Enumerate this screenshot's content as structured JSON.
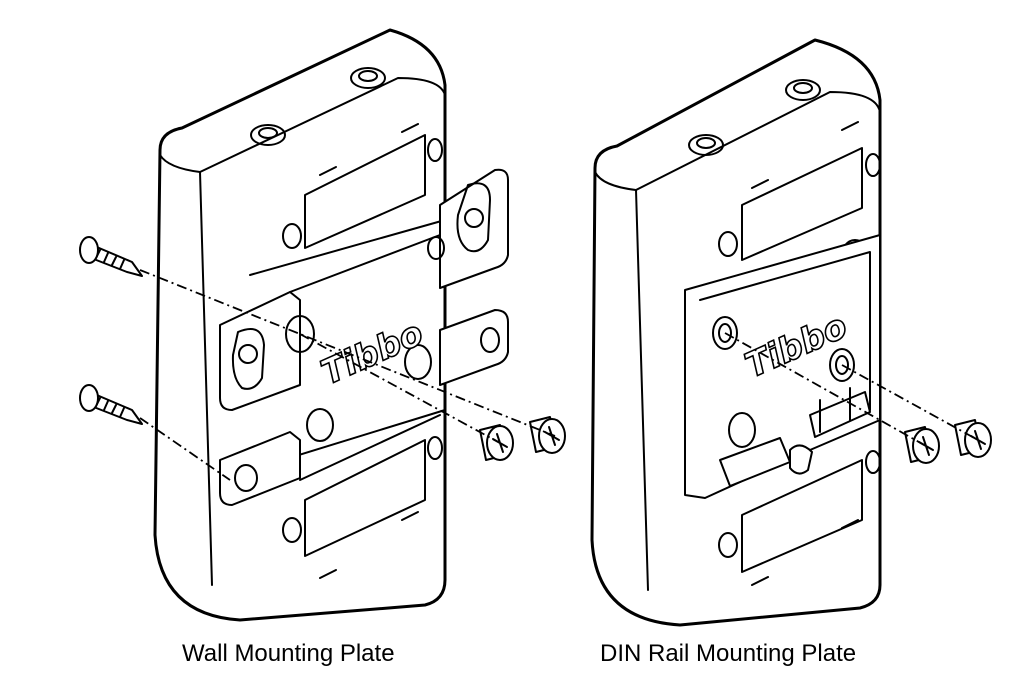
{
  "figure": {
    "left_caption": "Wall Mounting Plate",
    "right_caption": "DIN Rail Mounting Plate",
    "brand_mark": "Tibbo"
  }
}
